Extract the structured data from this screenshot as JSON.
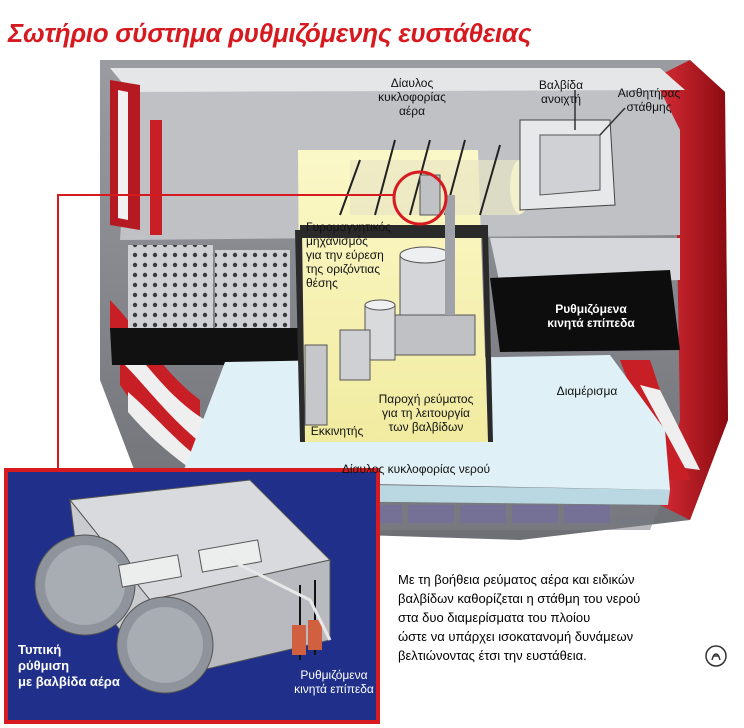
{
  "title": "Σωτήριο σύστημα ρυθμιζόμενης ευστάθειας",
  "labels": {
    "air_duct": "Δίαυλος\nκυκλοφορίας\nαέρα",
    "valve_open": "Βαλβίδα\nανοιχτή",
    "level_sensor": "Αισθητήρας\nστάθμης",
    "gyro": "Γυρομαγνητικός\nμηχανισμός\nγια την εύρεση\nτης οριζόντιας\nθέσης",
    "adjustable_decks": "Ρυθμιζόμενα\nκινητά επίπεδα",
    "compartment": "Διαμέρισμα",
    "power_supply": "Παροχή ρεύματος\nγια τη λειτουργία\nτων βαλβίδων",
    "ejector": "Εκκινητής",
    "water_duct": "Δίαυλος κυκλοφορίας νερού",
    "typical_setting": "Τυπική\nρύθμιση\nμε βαλβίδα αέρα",
    "adjustable_decks_inset": "Ρυθμιζόμενα\nκινητά επίπεδα"
  },
  "caption": "Με τη βοήθεια ρεύματος αέρα και ειδικών\nβαλβίδων καθορίζεται η στάθμη του νερού\nστα δυο διαμερίσματα του πλοίου\nώστε να υπάρχει ισοκατανομή δυνάμεων\nβελτιώνοντας έτσι την ευστάθεια.",
  "colors": {
    "accent_red": "#d71920",
    "hull_grey": "#8e9096",
    "deck_light": "#c8cacd",
    "water_blue": "#dff1f6",
    "chamber_yellow": "#f6f2b2",
    "inset_border": "#d71920",
    "inset_bg": "#1f2f8a",
    "dark_deck": "#111111"
  },
  "icons": {
    "credit": "credit-icon"
  }
}
